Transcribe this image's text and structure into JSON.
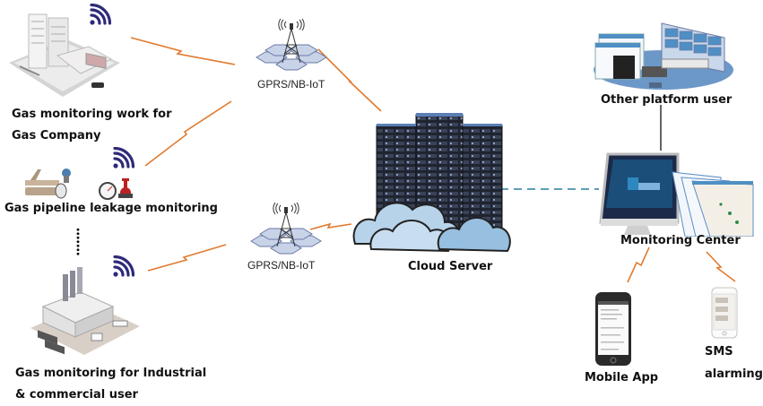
{
  "diagram": {
    "sources": [
      {
        "id": "gas-company",
        "label_lines": [
          "Gas monitoring work for",
          "Gas Company"
        ],
        "icon": "city-buildings-icon"
      },
      {
        "id": "pipeline",
        "label_lines": [
          "Gas pipeline leakage monitoring"
        ],
        "icon": "pipeline-sensors-icon"
      },
      {
        "id": "industrial",
        "label_lines": [
          "Gas monitoring for Industrial",
          "& commercial user"
        ],
        "icon": "factory-icon"
      }
    ],
    "ellipsis": "⋮",
    "gateways": [
      {
        "id": "gateway-top",
        "label": "GPRS/NB-IoT",
        "icon": "cell-tower-icon"
      },
      {
        "id": "gateway-bottom",
        "label": "GPRS/NB-IoT",
        "icon": "cell-tower-icon"
      }
    ],
    "server": {
      "label": "Cloud Server",
      "icon": "cloud-server-racks-icon"
    },
    "monitoring_center": {
      "label": "Monitoring Center",
      "icon": "monitor-desktop-icon"
    },
    "other_platform": {
      "label": "Other platform user",
      "icon": "control-room-icon"
    },
    "endpoints": [
      {
        "id": "mobile-app",
        "label_lines": [
          "Mobile App"
        ],
        "icon": "smartphone-icon"
      },
      {
        "id": "sms",
        "label_lines": [
          "SMS",
          "alarming"
        ],
        "icon": "sms-phone-icon"
      }
    ],
    "connections": [
      {
        "from": "gas-company",
        "to": "gateway-top",
        "style": "wireless"
      },
      {
        "from": "pipeline",
        "to": "gateway-top",
        "style": "wireless"
      },
      {
        "from": "industrial",
        "to": "gateway-bottom",
        "style": "wireless"
      },
      {
        "from": "gateway-top",
        "to": "cloud-server",
        "style": "wireless"
      },
      {
        "from": "gateway-bottom",
        "to": "cloud-server",
        "style": "wireless"
      },
      {
        "from": "cloud-server",
        "to": "monitoring-center",
        "style": "dashed"
      },
      {
        "from": "other-platform",
        "to": "monitoring-center",
        "style": "solid"
      },
      {
        "from": "monitoring-center",
        "to": "mobile-app",
        "style": "wireless"
      },
      {
        "from": "monitoring-center",
        "to": "sms",
        "style": "wireless"
      }
    ],
    "colors": {
      "wireless_link": "#e07a2e",
      "dashed_link": "#2a7fa0",
      "wifi": "#2e2a7a",
      "cloud": "#a9cbe6",
      "rack": "#1f2430"
    }
  }
}
